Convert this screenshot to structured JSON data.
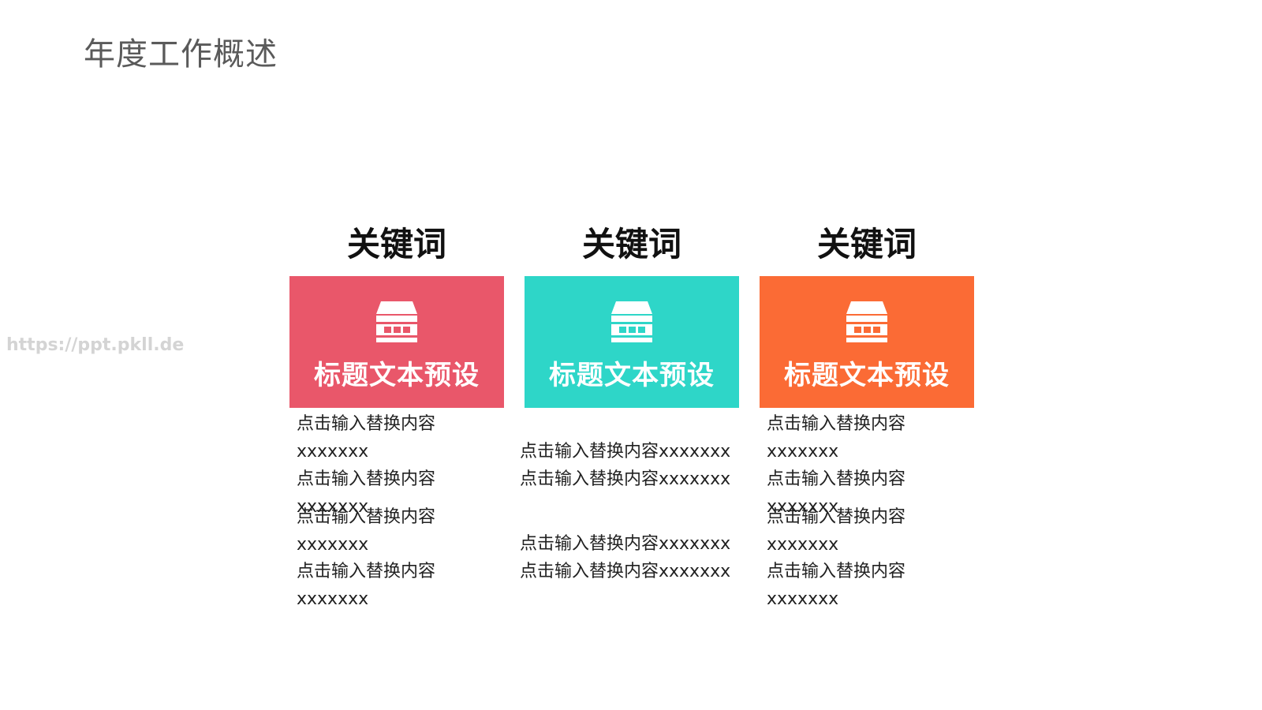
{
  "page": {
    "title": "年度工作概述",
    "watermark": "https://ppt.pkll.de"
  },
  "columns": [
    {
      "keyword": "关键词",
      "card_title": "标题文本预设",
      "color": "#e9576a",
      "icon": "store-icon",
      "lines": [
        "点击输入替换内容",
        "xxxxxxx",
        "点击输入替换内容",
        "xxxxxxx",
        "点击输入替换内容",
        "xxxxxxx",
        "点击输入替换内容",
        "xxxxxxx"
      ]
    },
    {
      "keyword": "关键词",
      "card_title": "标题文本预设",
      "color": "#2ed6c8",
      "icon": "store-icon",
      "lines": [
        "点击输入替换内容xxxxxxx",
        "点击输入替换内容xxxxxxx",
        "点击输入替换内容xxxxxxx",
        "点击输入替换内容xxxxxxx"
      ]
    },
    {
      "keyword": "关键词",
      "card_title": "标题文本预设",
      "color": "#fb6b35",
      "icon": "store-icon",
      "lines": [
        "点击输入替换内容",
        "xxxxxxx",
        "点击输入替换内容",
        "xxxxxxx",
        "点击输入替换内容",
        "xxxxxxx",
        "点击输入替换内容",
        "xxxxxxx"
      ]
    }
  ]
}
